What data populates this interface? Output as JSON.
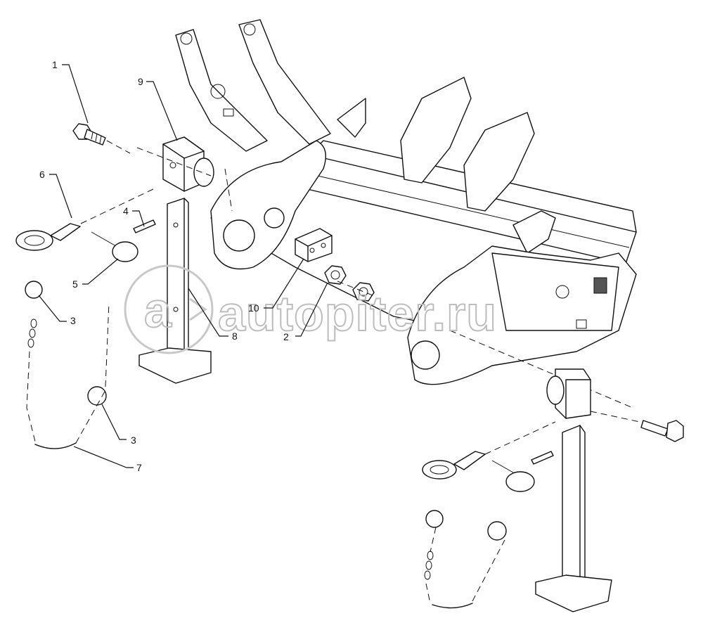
{
  "callouts": [
    {
      "id": "c1",
      "label": "1"
    },
    {
      "id": "c2",
      "label": "2"
    },
    {
      "id": "c3a",
      "label": "3"
    },
    {
      "id": "c3b",
      "label": "3"
    },
    {
      "id": "c4",
      "label": "4"
    },
    {
      "id": "c5",
      "label": "5"
    },
    {
      "id": "c6",
      "label": "6"
    },
    {
      "id": "c7",
      "label": "7"
    },
    {
      "id": "c8",
      "label": "8"
    },
    {
      "id": "c9",
      "label": "9"
    },
    {
      "id": "c10",
      "label": "10"
    }
  ],
  "watermark": {
    "text": "autopiter.ru",
    "logo_letter": "a"
  }
}
